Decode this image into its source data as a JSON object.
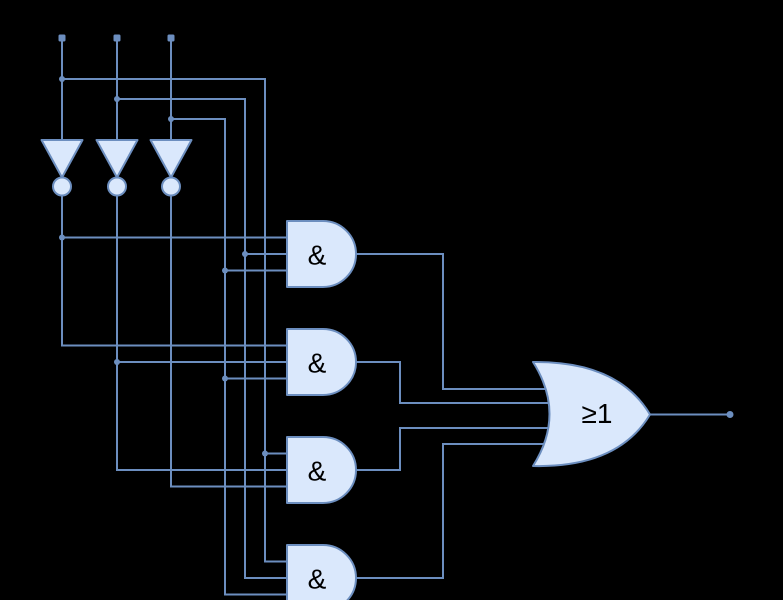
{
  "colors": {
    "background": "#000000",
    "wire": "#6c8ebf",
    "shape_fill": "#dae8fc",
    "shape_stroke": "#6c8ebf",
    "label": "#000000"
  },
  "circuit": {
    "type": "combinational-logic-sum-of-products",
    "inputs": [
      {
        "name": "input-1"
      },
      {
        "name": "input-2"
      },
      {
        "name": "input-3"
      }
    ],
    "inverters": [
      {
        "name": "inverter-1",
        "input": "input-1"
      },
      {
        "name": "inverter-2",
        "input": "input-2"
      },
      {
        "name": "inverter-3",
        "input": "input-3"
      }
    ],
    "and_gates": [
      {
        "label": "&",
        "inputs": [
          "NOT input-1",
          "input-2",
          "input-3"
        ]
      },
      {
        "label": "&",
        "inputs": [
          "NOT input-1",
          "NOT input-2",
          "input-3"
        ]
      },
      {
        "label": "&",
        "inputs": [
          "input-1",
          "NOT input-2",
          "NOT input-3"
        ]
      },
      {
        "label": "&",
        "inputs": [
          "input-1",
          "input-2",
          "input-3"
        ]
      }
    ],
    "or_gate": {
      "label": "≥1",
      "inputs": [
        "and-gate-1",
        "and-gate-2",
        "and-gate-3",
        "and-gate-4"
      ]
    },
    "output": {
      "terminal": "dot"
    }
  }
}
